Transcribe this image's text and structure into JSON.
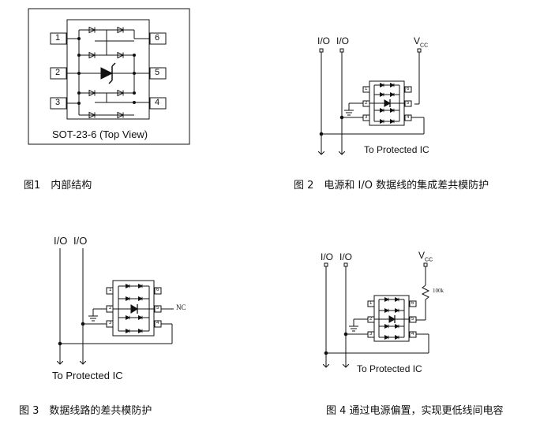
{
  "fig1": {
    "pins_left": [
      "1",
      "2",
      "3"
    ],
    "pins_right": [
      "6",
      "5",
      "4"
    ],
    "package_label": "SOT-23-6 (Top View)",
    "caption": "图1　内部结构"
  },
  "fig2": {
    "io1": "I/O",
    "io2": "I/O",
    "vcc_main": "V",
    "vcc_sub": "CC",
    "to_ic": "To Protected IC",
    "caption": "图 2　电源和 I/O 数据线的集成差共模防护",
    "pins_left": [
      "1",
      "2",
      "3"
    ],
    "pins_right": [
      "6",
      "5",
      "4"
    ]
  },
  "fig3": {
    "io1": "I/O",
    "io2": "I/O",
    "nc": "NC",
    "to_ic": "To Protected IC",
    "caption": "图 3　数据线路的差共模防护",
    "pins_left": [
      "1",
      "2",
      "3"
    ],
    "pins_right": [
      "6",
      "5",
      "4"
    ]
  },
  "fig4": {
    "io1": "I/O",
    "io2": "I/O",
    "vcc_main": "V",
    "vcc_sub": "CC",
    "resistor": "100k",
    "to_ic": "To  Protected IC",
    "caption": "图 4 通过电源偏置，实现更低线间电容",
    "pins_left": [
      "1",
      "2",
      "3"
    ],
    "pins_right": [
      "6",
      "5",
      "4"
    ]
  },
  "colors": {
    "line": "#111111",
    "background": "#ffffff"
  }
}
